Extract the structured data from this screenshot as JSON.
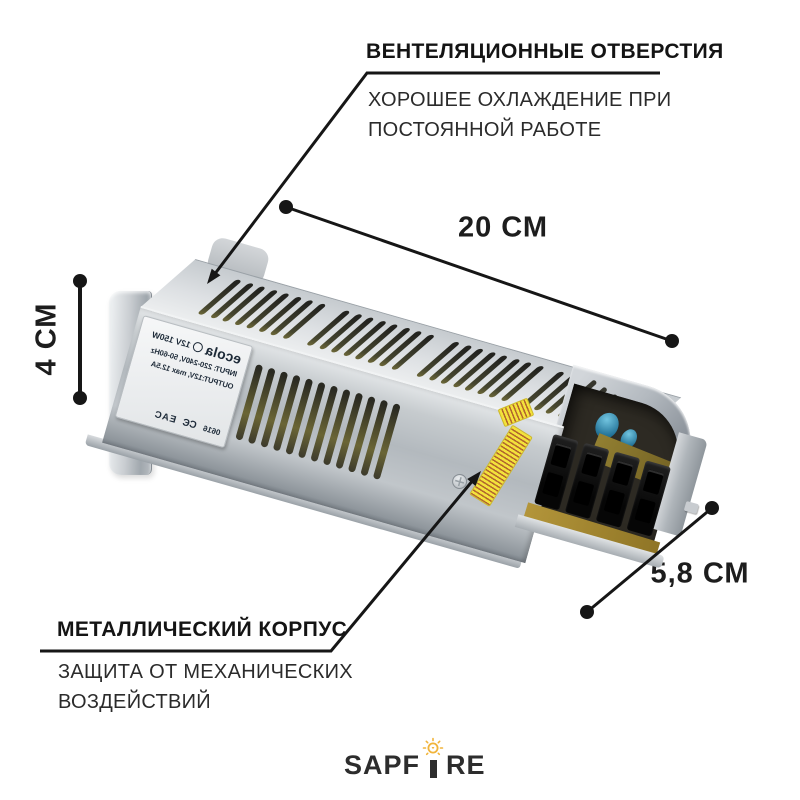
{
  "callout_vent": {
    "title": "ВЕНТЕЛЯЦИОННЫЕ ОТВЕРСТИЯ",
    "desc1": "ХОРОШЕЕ ОХЛАЖДЕНИЕ ПРИ",
    "desc2": "ПОСТОЯННОЙ РАБОТЕ"
  },
  "callout_case": {
    "title": "МЕТАЛЛИЧЕСКИЙ КОРПУС",
    "desc1": "ЗАЩИТА ОТ МЕХАНИЧЕСКИХ",
    "desc2": "ВОЗДЕЙСТВИЙ"
  },
  "dimensions": {
    "length": "20 СМ",
    "height": "4 СМ",
    "depth": "5,8 СМ"
  },
  "device_label": {
    "brand": "ecola",
    "power": "12V 150W",
    "input": "INPUT: 220-240V, 50-60Hz",
    "output": "OUTPUT:12V, max 12.5A",
    "date_code": "0616",
    "ce_mark": "CЄ",
    "eac_mark": "ЕАС"
  },
  "logo": {
    "left": "SAPF",
    "right": "RE"
  },
  "colors": {
    "line": "#161616",
    "accent_gold": "#f1b43a",
    "sticker_yellow": "#f2e03c",
    "case_silver": "#c2c7cb"
  }
}
